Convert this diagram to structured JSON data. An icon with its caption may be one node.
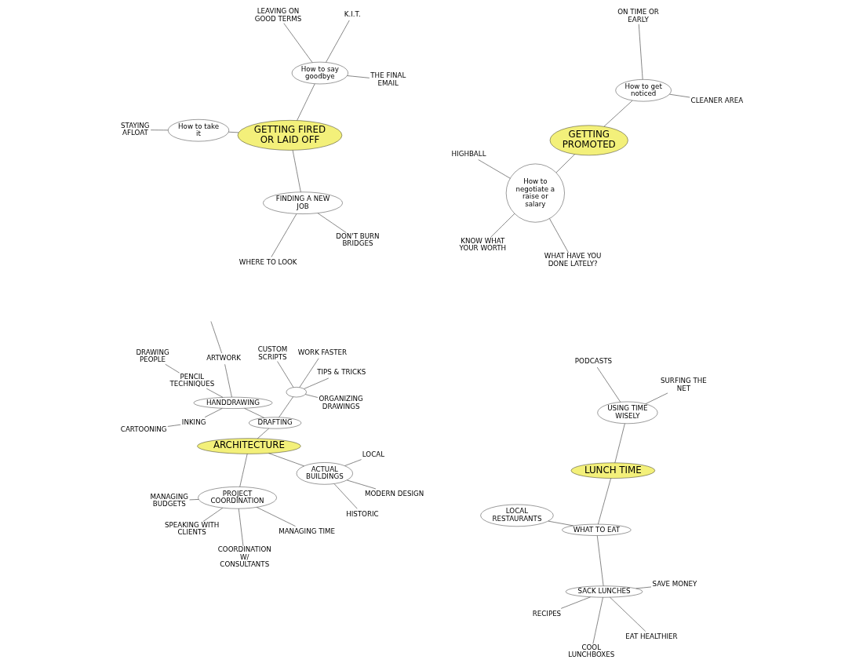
{
  "diagram": {
    "nodes": [
      {
        "text": [
          "ARCHITECTURE"
        ]
      },
      {
        "text": [
          "ACTUAL BUILDINGS"
        ]
      },
      {
        "text": [
          "HISTORIC"
        ]
      },
      {
        "text": [
          "LOCAL"
        ]
      },
      {
        "text": [
          "MODERN DESIGN"
        ]
      },
      {
        "text": [
          "PROJECT COORDINATION"
        ]
      },
      {
        "text": [
          "MANAGING BUDGETS"
        ]
      },
      {
        "text": [
          "MANAGING TIME"
        ]
      },
      {
        "text": [
          "SPEAKING WITH CLIENTS"
        ]
      },
      {
        "text": [
          "COORDINATION W/ CONSULTANTS"
        ]
      },
      {
        "text": [
          "DRAFTING"
        ]
      },
      {
        "text": [],
        "shape": "ellipse"
      },
      {
        "text": [
          "TIPS & TRICKS"
        ]
      },
      {
        "text": [
          "WORK FASTER"
        ]
      },
      {
        "text": [
          "CUSTOM SCRIPTS"
        ]
      },
      {
        "text": [
          "ORGANIZING DRAWINGS"
        ]
      },
      {
        "text": [
          "HANDDRAWING"
        ]
      },
      {
        "text": [
          "ARTWORK"
        ]
      },
      {
        "text": [
          "PENCIL TECHNIQUES"
        ]
      },
      {
        "text": [
          "DRAWING PEOPLE"
        ]
      },
      {
        "text": [
          "INKING"
        ]
      },
      {
        "text": [
          "CARTOONING"
        ]
      },
      {
        "text": [
          "GETTING PROMOTED"
        ]
      },
      {
        "text": [
          "How to get noticed"
        ]
      },
      {
        "text": [
          "CLEANER AREA"
        ]
      },
      {
        "text": [
          "ON TIME OR EARLY"
        ]
      },
      {
        "text": [
          "How to negotiate a raise or salary"
        ]
      },
      {
        "text": [
          "HIGHBALL"
        ]
      },
      {
        "text": [
          "KNOW WHAT YOUR WORTH"
        ]
      },
      {
        "text": [
          "WHAT HAVE YOU DONE LATELY?"
        ]
      },
      {
        "text": [
          "GETTING FIRED OR LAID OFF"
        ]
      },
      {
        "text": [
          "How to say goodbye"
        ]
      },
      {
        "text": [
          "THE FINAL EMAIL"
        ]
      },
      {
        "text": [
          "LEAVING ON GOOD TERMS"
        ]
      },
      {
        "text": [
          "K.I.T."
        ]
      },
      {
        "text": [
          "How to take it"
        ]
      },
      {
        "text": [
          "STAYING AFLOAT"
        ]
      },
      {
        "text": [
          "FINDING A NEW JOB"
        ]
      },
      {
        "text": [
          "WHERE TO LOOK"
        ]
      },
      {
        "text": [
          "DON'T BURN BRIDGES"
        ]
      },
      {
        "text": [
          "LUNCH TIME"
        ]
      },
      {
        "text": [
          "USING TIME WISELY"
        ]
      },
      {
        "text": [
          "SURFING THE NET"
        ]
      },
      {
        "text": [
          "PODCASTS"
        ]
      },
      {
        "text": [
          "WHAT TO EAT"
        ]
      },
      {
        "text": [
          "LOCAL RESTAURANTS"
        ]
      },
      {
        "text": [
          "SACK LUNCHES"
        ]
      },
      {
        "text": [
          "SAVE MONEY"
        ]
      },
      {
        "text": [
          "RECIPES"
        ]
      },
      {
        "text": [
          "COOL LUNCHBOXES"
        ]
      },
      {
        "text": [
          "EAT HEALTHIER"
        ]
      }
    ],
    "edges": [
      {
        "from": 0,
        "to": 1,
        "arrow": "none"
      },
      {
        "from": 1,
        "to": 2,
        "arrow": "none"
      },
      {
        "from": 1,
        "to": 3,
        "arrow": "none"
      },
      {
        "from": 1,
        "to": 4,
        "arrow": "none"
      },
      {
        "from": 0,
        "to": 5,
        "arrow": "none"
      },
      {
        "from": 5,
        "to": 6,
        "arrow": "none"
      },
      {
        "from": 5,
        "to": 7,
        "arrow": "none"
      },
      {
        "from": 5,
        "to": 8,
        "arrow": "none"
      },
      {
        "from": 5,
        "to": 9,
        "arrow": "none"
      },
      {
        "from": 0,
        "to": 10,
        "arrow": "none"
      },
      {
        "from": 10,
        "to": 11,
        "arrow": "none"
      },
      {
        "from": 11,
        "to": 12,
        "arrow": "none"
      },
      {
        "from": 11,
        "to": 13,
        "arrow": "none"
      },
      {
        "from": 11,
        "to": 14,
        "arrow": "none"
      },
      {
        "from": 11,
        "to": 15,
        "arrow": "none"
      },
      {
        "from": 10,
        "to": 16,
        "arrow": "none"
      },
      {
        "from": 16,
        "to": 17,
        "arrow": "none"
      },
      {
        "from": 17,
        "to": null,
        "arrow": "none"
      },
      {
        "from": 16,
        "to": 18,
        "arrow": "none"
      },
      {
        "from": 18,
        "to": 19,
        "arrow": "none"
      },
      {
        "from": 16,
        "to": 20,
        "arrow": "none"
      },
      {
        "from": 20,
        "to": 21,
        "arrow": "none"
      },
      {
        "from": 22,
        "to": 23,
        "arrow": "none"
      },
      {
        "from": 23,
        "to": 24,
        "arrow": "none"
      },
      {
        "from": 23,
        "to": 25,
        "arrow": "none"
      },
      {
        "from": 22,
        "to": 26,
        "arrow": "none"
      },
      {
        "from": 26,
        "to": 27,
        "arrow": "none"
      },
      {
        "from": 26,
        "to": 28,
        "arrow": "none"
      },
      {
        "from": 26,
        "to": 29,
        "arrow": "none"
      },
      {
        "from": 30,
        "to": 31,
        "arrow": "none"
      },
      {
        "from": 31,
        "to": 32,
        "arrow": "none"
      },
      {
        "from": 31,
        "to": 33,
        "arrow": "none"
      },
      {
        "from": 31,
        "to": 34,
        "arrow": "none"
      },
      {
        "from": 30,
        "to": 35,
        "arrow": "none"
      },
      {
        "from": 35,
        "to": 36,
        "arrow": "none"
      },
      {
        "from": 30,
        "to": 37,
        "arrow": "none"
      },
      {
        "from": 37,
        "to": 38,
        "arrow": "none"
      },
      {
        "from": 37,
        "to": 39,
        "arrow": "none"
      },
      {
        "from": 40,
        "to": 41,
        "arrow": "none"
      },
      {
        "from": 41,
        "to": 42,
        "arrow": "none"
      },
      {
        "from": 41,
        "to": 43,
        "arrow": "none"
      },
      {
        "from": 40,
        "to": 44,
        "arrow": "none"
      },
      {
        "from": 44,
        "to": 45,
        "arrow": "none"
      },
      {
        "from": 44,
        "to": 46,
        "arrow": "none"
      },
      {
        "from": 46,
        "to": 47,
        "arrow": "none"
      },
      {
        "from": 46,
        "to": 48,
        "arrow": "none"
      },
      {
        "from": 46,
        "to": 49,
        "arrow": "none"
      },
      {
        "from": 46,
        "to": 50,
        "arrow": "none"
      }
    ]
  }
}
